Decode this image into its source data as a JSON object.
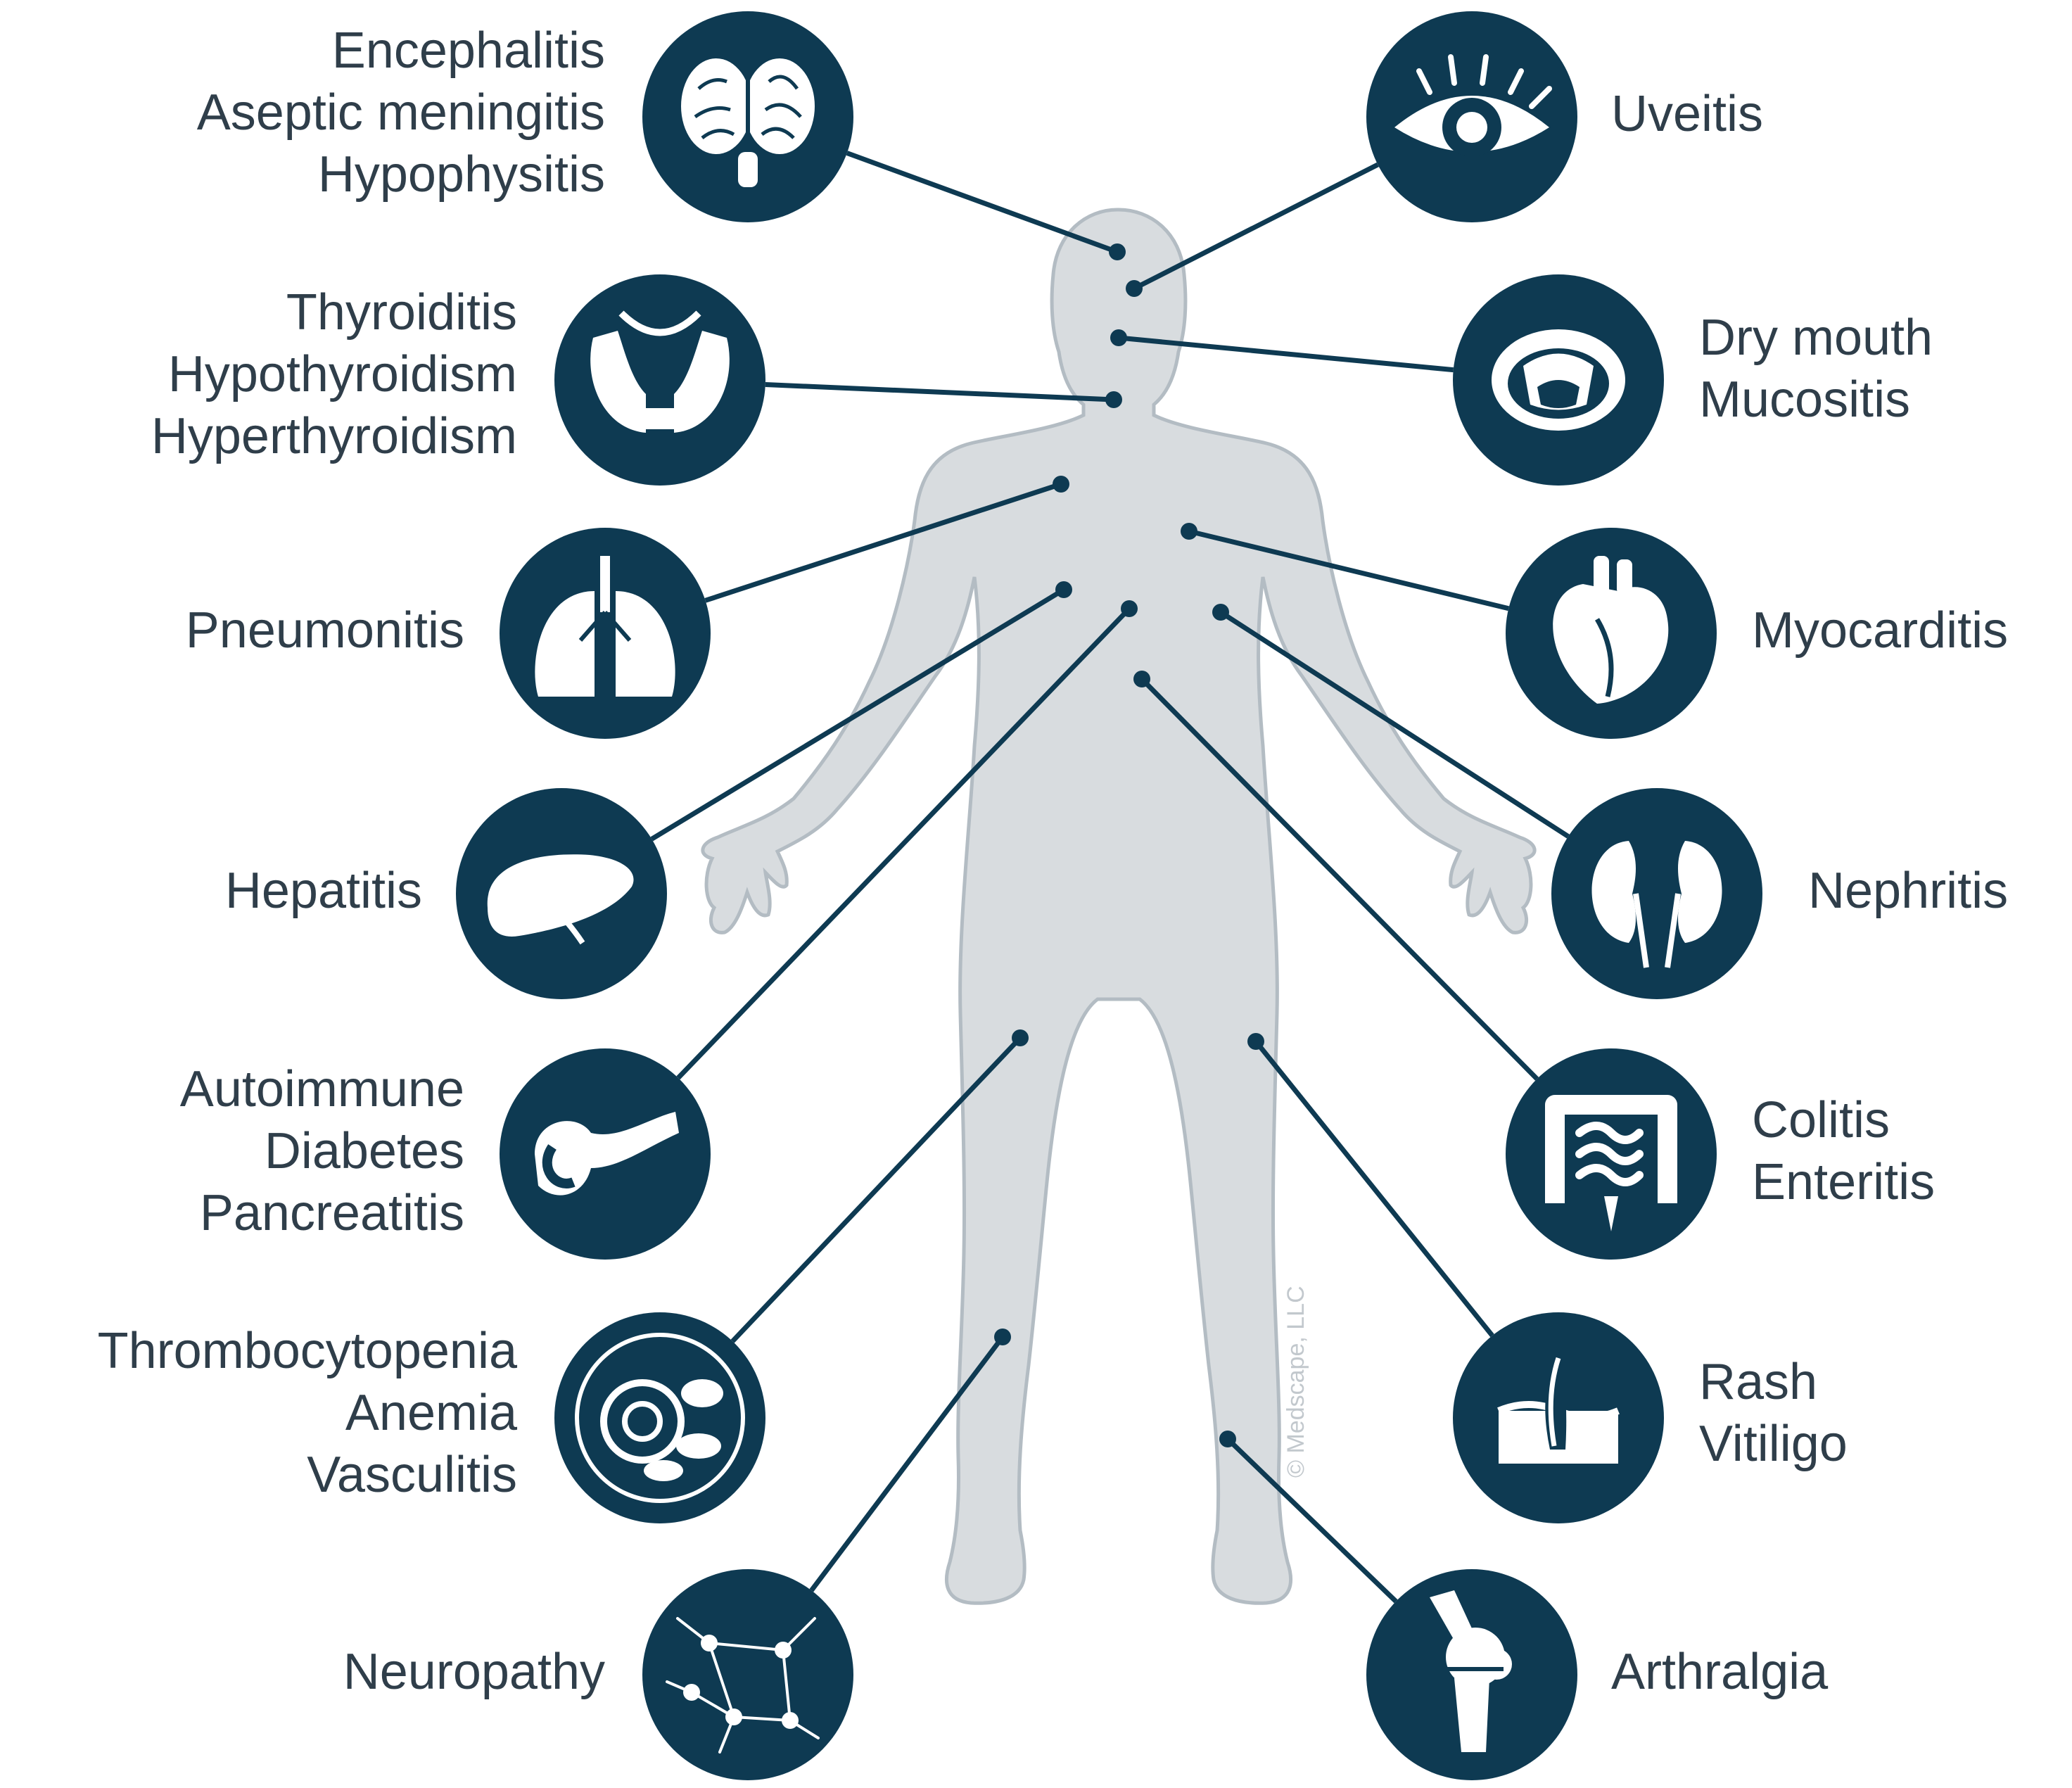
{
  "colors": {
    "circle": "#0e3a52",
    "icon": "#ffffff",
    "body": "#d8dcdf",
    "body_outline": "#b3bcc3",
    "text": "#2f3e4a",
    "line": "#0e3a52"
  },
  "organs": [
    {
      "id": "brain",
      "side": "left",
      "icon": "brain-icon",
      "lines": [
        "Encephalitis",
        "Aseptic meningitis",
        "Hypophysitis"
      ]
    },
    {
      "id": "thyroid",
      "side": "left",
      "icon": "thyroid-icon",
      "lines": [
        "Thyroiditis",
        "Hypothyroidism",
        "Hyperthyroidism"
      ]
    },
    {
      "id": "lungs",
      "side": "left",
      "icon": "lungs-icon",
      "lines": [
        "Pneumonitis"
      ]
    },
    {
      "id": "liver",
      "side": "left",
      "icon": "liver-icon",
      "lines": [
        "Hepatitis"
      ]
    },
    {
      "id": "pancreas",
      "side": "left",
      "icon": "pancreas-icon",
      "lines": [
        "Autoimmune",
        "Diabetes",
        "Pancreatitis"
      ]
    },
    {
      "id": "blood",
      "side": "left",
      "icon": "blood-cells-icon",
      "lines": [
        "Thrombocytopenia",
        "Anemia",
        "Vasculitis"
      ]
    },
    {
      "id": "nerves",
      "side": "left",
      "icon": "neurons-icon",
      "lines": [
        "Neuropathy"
      ]
    },
    {
      "id": "eye",
      "side": "right",
      "icon": "eye-icon",
      "lines": [
        "Uveitis"
      ]
    },
    {
      "id": "mouth",
      "side": "right",
      "icon": "mouth-icon",
      "lines": [
        "Dry mouth",
        "Mucositis"
      ]
    },
    {
      "id": "heart",
      "side": "right",
      "icon": "heart-icon",
      "lines": [
        "Myocarditis"
      ]
    },
    {
      "id": "kidneys",
      "side": "right",
      "icon": "kidneys-icon",
      "lines": [
        "Nephritis"
      ]
    },
    {
      "id": "intestine",
      "side": "right",
      "icon": "intestine-icon",
      "lines": [
        "Colitis",
        "Enteritis"
      ]
    },
    {
      "id": "skin",
      "side": "right",
      "icon": "skin-icon",
      "lines": [
        "Rash",
        "Vitiligo"
      ]
    },
    {
      "id": "joint",
      "side": "right",
      "icon": "knee-joint-icon",
      "lines": [
        "Arthralgia"
      ]
    }
  ],
  "credit": "© Medscape, LLC"
}
